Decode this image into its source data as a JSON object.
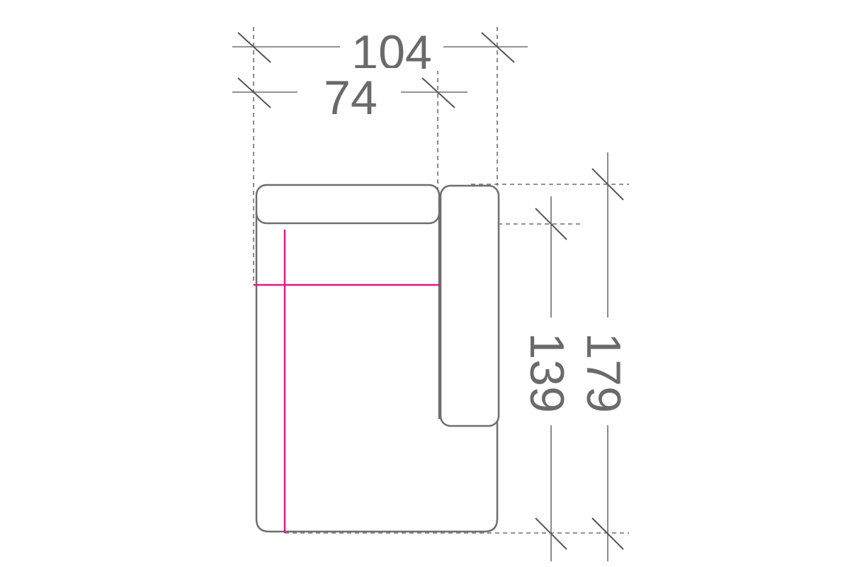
{
  "dimensions": {
    "total_width": "104",
    "seat_width": "74",
    "seat_depth": "139",
    "total_depth": "179"
  },
  "colors": {
    "outline": "#6e6e6e",
    "measurement_lines": "#e0188a",
    "text": "#6a6a6a",
    "background": "#ffffff"
  }
}
